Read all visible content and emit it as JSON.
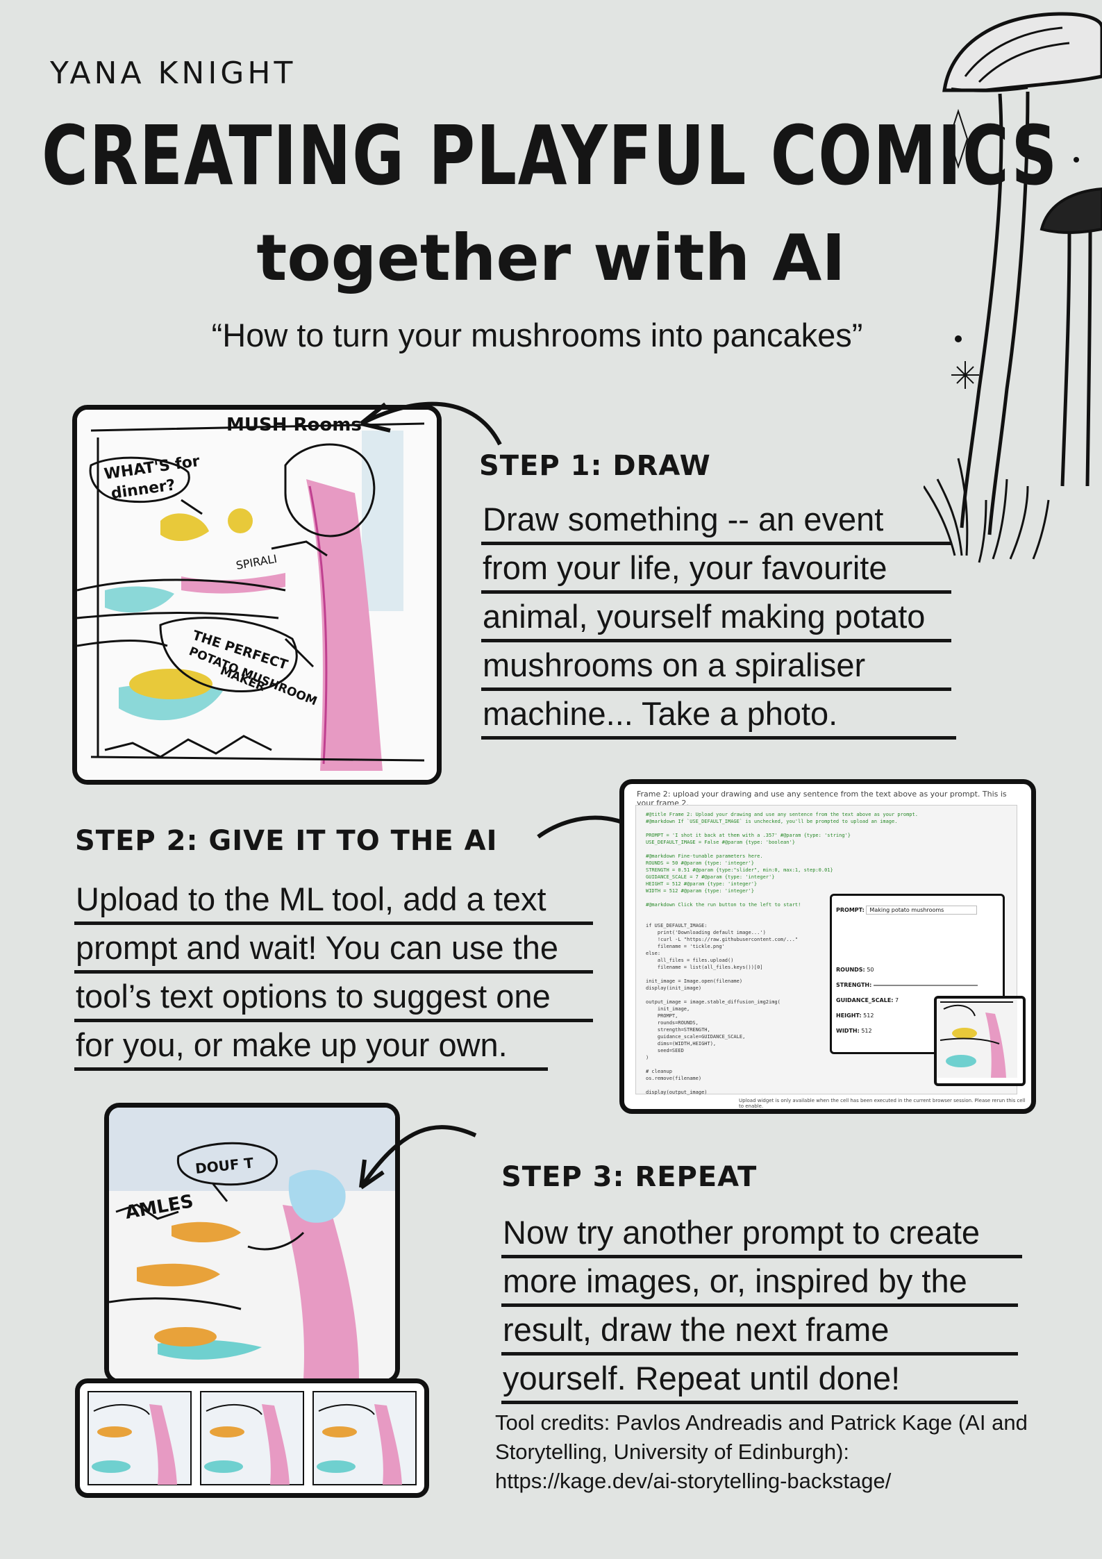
{
  "header": {
    "author": "YANA KNIGHT",
    "title_line1": "CREATING PLAYFUL COMICS",
    "title_line2": "together with AI",
    "subtitle": "“How to turn your mushrooms into pancakes”"
  },
  "steps": [
    {
      "heading": "STEP 1: DRAW",
      "lines": [
        "Draw something -- an event",
        "from your life, your favourite",
        "animal, yourself making potato",
        "mushrooms on a spiraliser",
        "machine... Take a photo."
      ]
    },
    {
      "heading": "STEP 2: GIVE IT TO THE AI",
      "lines": [
        "Upload to the ML tool, add a text",
        "prompt and wait! You can use the",
        "tool’s text options to suggest one",
        "for you, or make up your own."
      ]
    },
    {
      "heading": "STEP 3: REPEAT",
      "lines": [
        "Now try another prompt to create",
        "more images, or, inspired by the",
        "result, draw the next frame",
        "yourself. Repeat until done!"
      ]
    }
  ],
  "sketch1": {
    "texts": [
      "MUSH Rooms",
      "WHAT'S for",
      "dinner?",
      "SPIRALI",
      "THE PERFECT",
      "POTATO MUSHROOM",
      "MAKER"
    ]
  },
  "sketch2": {
    "texts": [
      "DOUF T",
      "AMLES"
    ]
  },
  "screenshot": {
    "caption": "Frame 2: upload your drawing and use any sentence from the text above as your prompt. This is your frame 2.",
    "prompt_label": "PROMPT:",
    "prompt_value": "Making potato mushrooms",
    "fields": [
      {
        "label": "ROUNDS:",
        "value": "50"
      },
      {
        "label": "STRENGTH:",
        "value": ""
      },
      {
        "label": "GUIDANCE_SCALE:",
        "value": "7"
      },
      {
        "label": "HEIGHT:",
        "value": "512"
      },
      {
        "label": "WIDTH:",
        "value": "512"
      }
    ],
    "upload_note": "Upload widget is only available when the cell has been executed in the current browser session. Please rerun this cell to enable."
  },
  "credits": "Tool credits: Pavlos Andreadis and Patrick Kage (AI and Storytelling, University of Edinburgh): https://kage.dev/ai-storytelling-backstage/",
  "colors": {
    "background": "#e1e4e2",
    "ink": "#151515",
    "pink": "#e79ac3",
    "yellow": "#e8c93a",
    "teal": "#6fd0cf"
  }
}
